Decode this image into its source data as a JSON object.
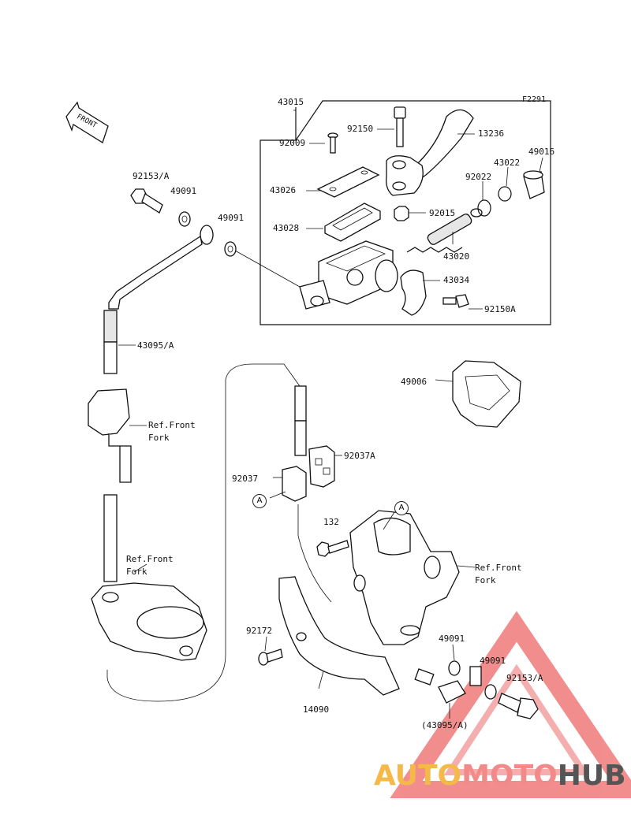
{
  "diagram_code": "F2291",
  "front_label": "FRONT",
  "labels": {
    "p43015": "43015",
    "p92150": "92150",
    "p13236": "13236",
    "p92009": "92009",
    "p49016": "49016",
    "p43022": "43022",
    "p92022": "92022",
    "p43026": "43026",
    "p92015": "92015",
    "p43028": "43028",
    "p43020": "43020",
    "p43034": "43034",
    "p92150A": "92150A",
    "p92153A_top": "92153/A",
    "p49091_a": "49091",
    "p49091_b": "49091",
    "p43095A": "43095/A",
    "p49006": "49006",
    "ref_front_fork_1": "Ref.Front\nFork",
    "p92037A": "92037A",
    "p92037": "92037",
    "callout_a1": "A",
    "callout_a2": "A",
    "p132": "132",
    "ref_front_fork_2": "Ref.Front\nFork",
    "ref_front_fork_3": "Ref.Front\nFork",
    "p92172": "92172",
    "p49091_c": "49091",
    "p49091_d": "49091",
    "p92153A_bot": "92153/A",
    "p14090": "14090",
    "p43095A_paren": "(43095/A)"
  },
  "watermark": {
    "part1": "AUTO",
    "part2": "MOTO",
    "part3": "HUB"
  }
}
